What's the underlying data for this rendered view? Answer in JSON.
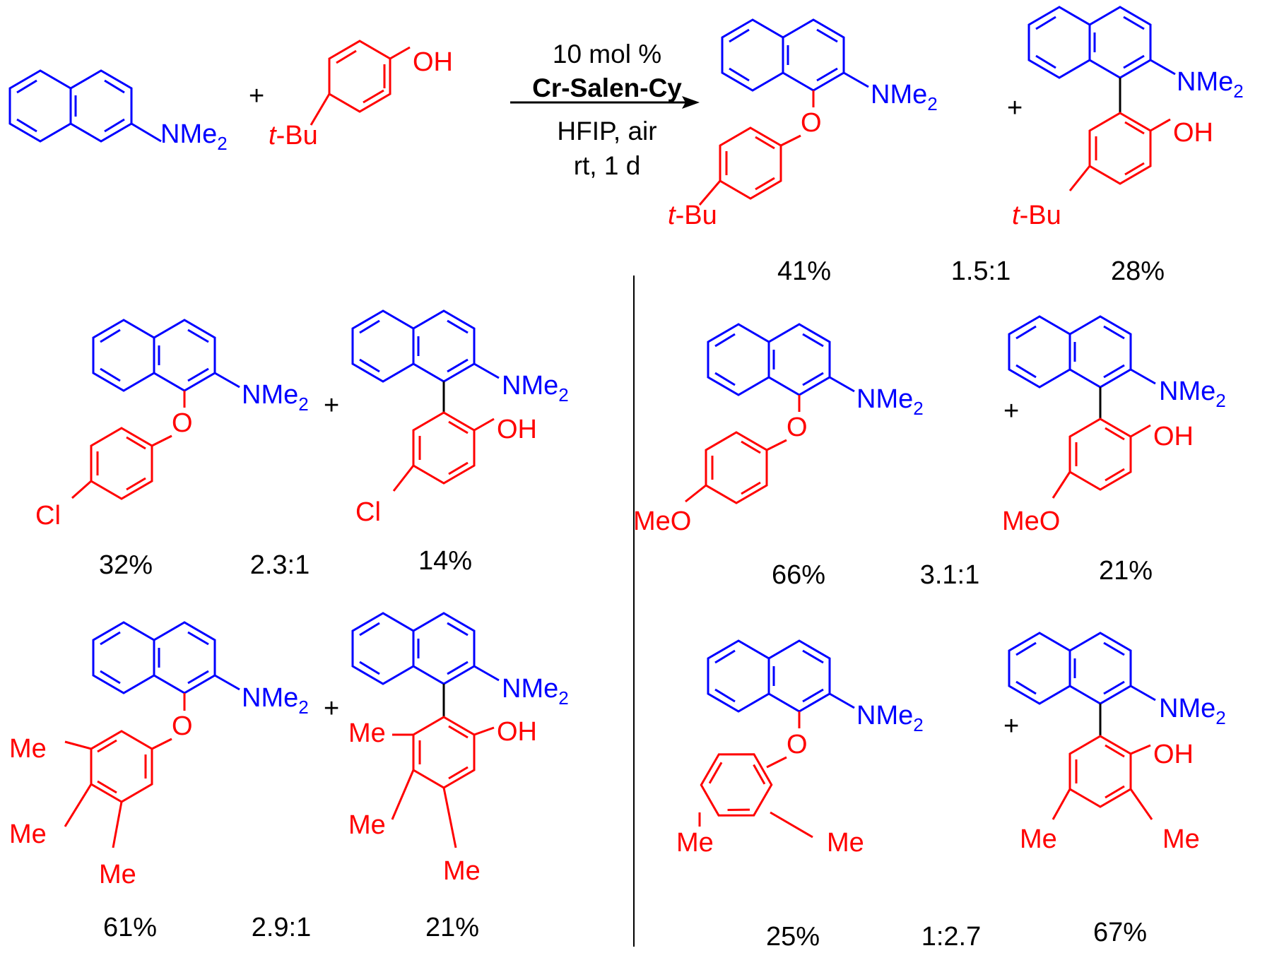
{
  "colors": {
    "amine": "#0000ff",
    "phenol": "#ff0000",
    "text": "#000000"
  },
  "reaction": {
    "catalyst_loading": "10 mol %",
    "catalyst": "Cr-Salen-Cy",
    "solvent": "HFIP, air",
    "conditions": "rt, 1 d",
    "plus": "+"
  },
  "groups": {
    "nme": "NMe",
    "sub2": "2",
    "oh": "OH",
    "o": "O",
    "tbu_italic": "t",
    "tbu_rest": "-Bu",
    "cl": "Cl",
    "meo": "MeO",
    "me": "Me"
  },
  "results": [
    {
      "substituent": "t-Bu",
      "ether_yield": "41%",
      "ratio": "1.5:1",
      "biaryl_yield": "28%"
    },
    {
      "substituent": "Cl",
      "ether_yield": "32%",
      "ratio": "2.3:1",
      "biaryl_yield": "14%"
    },
    {
      "substituent": "OMe",
      "ether_yield": "66%",
      "ratio": "3.1:1",
      "biaryl_yield": "21%"
    },
    {
      "substituent": "3,4,5-Me3",
      "ether_yield": "61%",
      "ratio": "2.9:1",
      "biaryl_yield": "21%"
    },
    {
      "substituent": "2,4-Me2",
      "ether_yield": "25%",
      "ratio": "1:2.7",
      "biaryl_yield": "67%"
    }
  ]
}
